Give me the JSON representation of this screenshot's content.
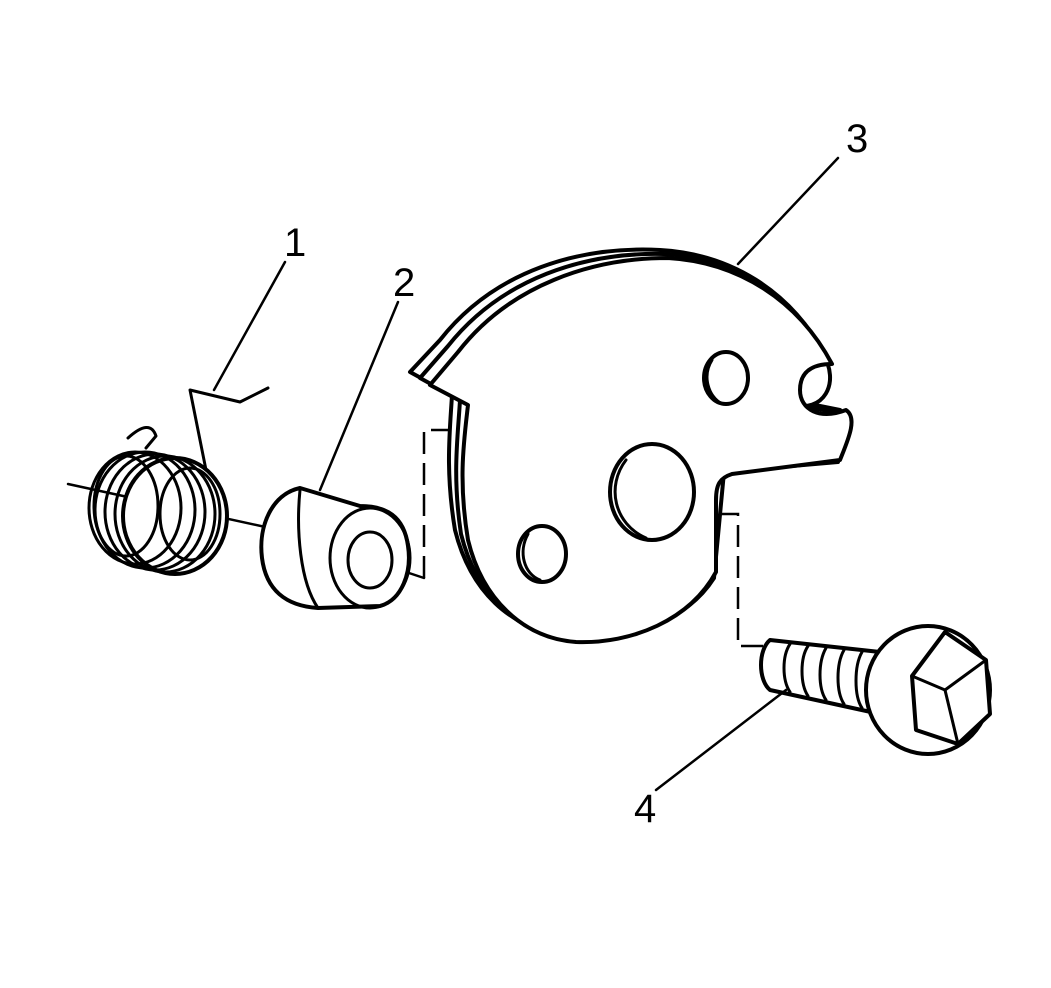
{
  "callouts": {
    "spring": "1",
    "bushing": "2",
    "plate": "3",
    "bolt": "4"
  },
  "colors": {
    "line": "#000000",
    "background": "#ffffff"
  }
}
